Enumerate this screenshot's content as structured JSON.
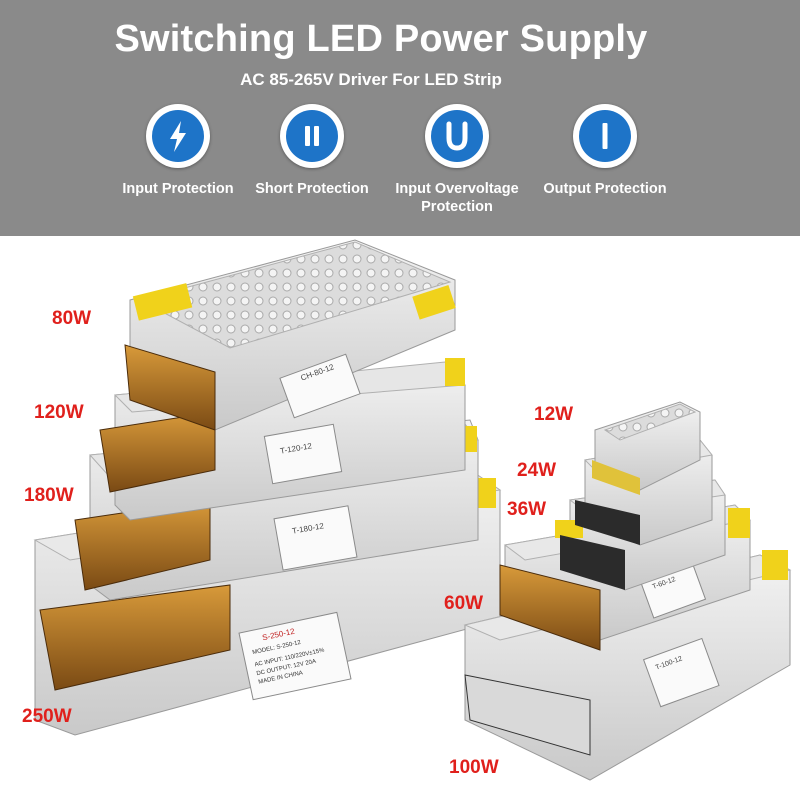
{
  "banner": {
    "title": "Switching LED Power Supply",
    "subtitle": "AC 85-265V Driver For LED Strip",
    "features": [
      {
        "icon": "lightning-icon",
        "label": "Input Protection"
      },
      {
        "icon": "short-circuit-icon",
        "label": "Short Protection"
      },
      {
        "icon": "letter-u-icon",
        "label": "Input Overvoltage Protection"
      },
      {
        "icon": "letter-i-icon",
        "label": "Output Protection"
      }
    ],
    "colors": {
      "banner_bg": "#8a8a8a",
      "icon_blue": "#1e74c8",
      "watt_red": "#e0201c"
    }
  },
  "products": {
    "left": [
      "80W",
      "120W",
      "180W",
      "250W"
    ],
    "right": [
      "12W",
      "24W",
      "36W",
      "60W",
      "100W"
    ],
    "unit_labels": {
      "u80": "CH-80-12",
      "u120": "T-120-12",
      "u180": "T-180-12",
      "u250": "S-250-12",
      "u60": "T-60-12",
      "u100": "T-100-12",
      "u250_model": "MODEL: S-250-12",
      "u250_acin": "AC INPUT: 110/220V±15%",
      "u250_dcout": "DC OUTPUT: 12V 20A",
      "u250_made": "MADE IN CHINA"
    }
  }
}
